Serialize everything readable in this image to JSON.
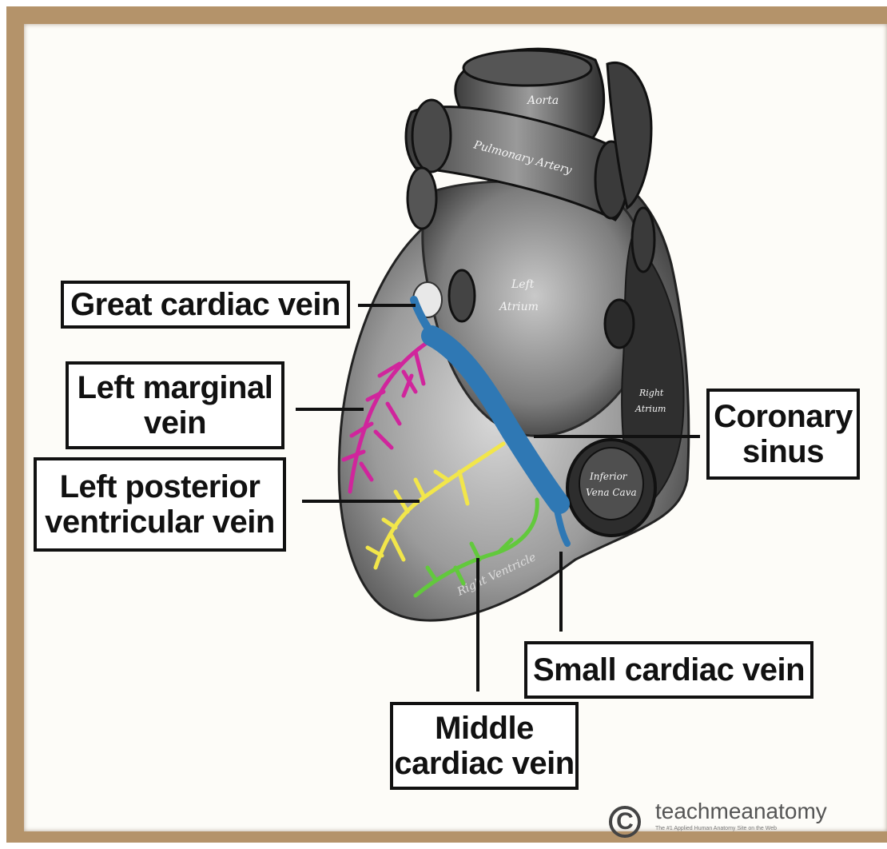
{
  "labels": {
    "great_cardiac_vein": "Great cardiac vein",
    "left_marginal_vein_1": "Left marginal",
    "left_marginal_vein_2": "vein",
    "left_posterior_ventricular_vein_1": "Left posterior",
    "left_posterior_ventricular_vein_2": "ventricular vein",
    "coronary_sinus_1": "Coronary",
    "coronary_sinus_2": "sinus",
    "small_cardiac_vein": "Small cardiac vein",
    "middle_cardiac_vein_1": "Middle",
    "middle_cardiac_vein_2": "cardiac vein"
  },
  "heart_text": {
    "aorta": "Aorta",
    "pulmonary_artery": "Pulmonary Artery",
    "left_atrium_1": "Left",
    "left_atrium_2": "Atrium",
    "right_atrium_1": "Right",
    "right_atrium_2": "Atrium",
    "inferior_vena_cava_1": "Inferior",
    "inferior_vena_cava_2": "Vena Cava",
    "ventricle": "Right Ventricle"
  },
  "credit": {
    "symbol": "C",
    "brand": "teachmeanatomy",
    "tagline": "The #1 Applied Human Anatomy Site on the Web"
  },
  "colors": {
    "coronary_sinus": "#2f78b4",
    "left_marginal_vein": "#d0259c",
    "left_posterior_ventricular_vein": "#f2e64a",
    "middle_cardiac_vein": "#62c93c",
    "small_cardiac_vein": "#2f78b4",
    "frame": "#b4936a"
  }
}
